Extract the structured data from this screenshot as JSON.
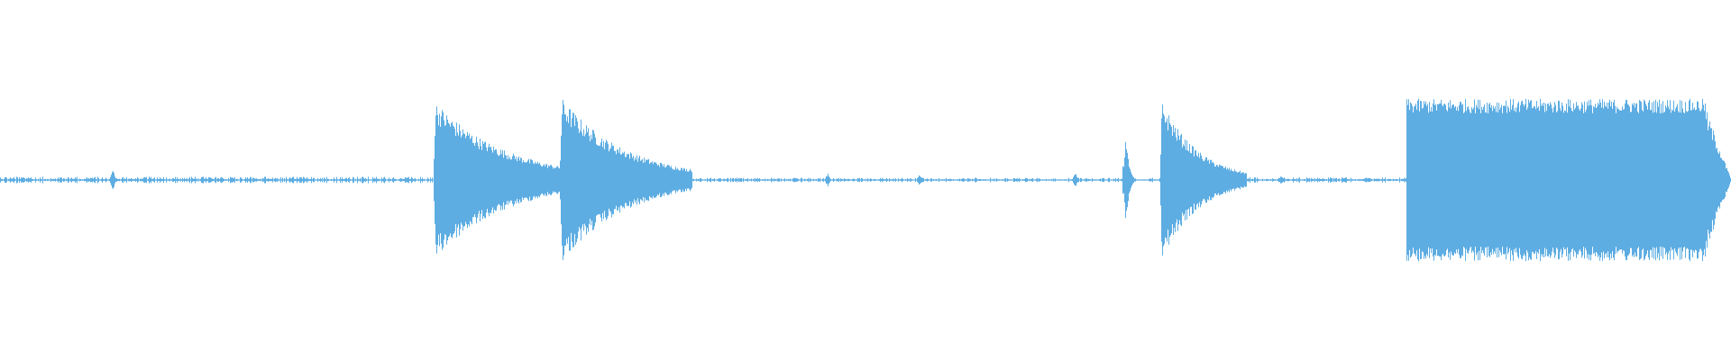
{
  "waveform": {
    "color": "#5dade2",
    "background": "#ffffff",
    "duration_fraction_note_free": true,
    "segments": [
      {
        "kind": "noise",
        "start": 0.0,
        "end": 0.25,
        "level": 0.03
      },
      {
        "kind": "burst",
        "start": 0.25,
        "end": 0.323,
        "peak": 0.95,
        "decay": 0.55
      },
      {
        "kind": "burst",
        "start": 0.323,
        "end": 0.4,
        "peak": 1.0,
        "decay": 0.65
      },
      {
        "kind": "noise",
        "start": 0.4,
        "end": 0.648,
        "level": 0.02
      },
      {
        "kind": "spike",
        "start": 0.648,
        "end": 0.66,
        "peak": 0.62
      },
      {
        "kind": "noise",
        "start": 0.66,
        "end": 0.67,
        "level": 0.02
      },
      {
        "kind": "burst",
        "start": 0.67,
        "end": 0.72,
        "peak": 0.98,
        "decay": 0.75
      },
      {
        "kind": "noise",
        "start": 0.72,
        "end": 0.812,
        "level": 0.025
      },
      {
        "kind": "sustain",
        "start": 0.812,
        "end": 0.985,
        "peak": 0.95
      },
      {
        "kind": "taper",
        "start": 0.985,
        "end": 1.0,
        "peak": 0.85
      }
    ],
    "small_spikes": [
      {
        "at": 0.065,
        "peak": 0.12
      },
      {
        "at": 0.398,
        "peak": 0.14
      },
      {
        "at": 0.478,
        "peak": 0.08
      },
      {
        "at": 0.531,
        "peak": 0.07
      },
      {
        "at": 0.621,
        "peak": 0.09
      },
      {
        "at": 0.74,
        "peak": 0.05
      }
    ]
  }
}
